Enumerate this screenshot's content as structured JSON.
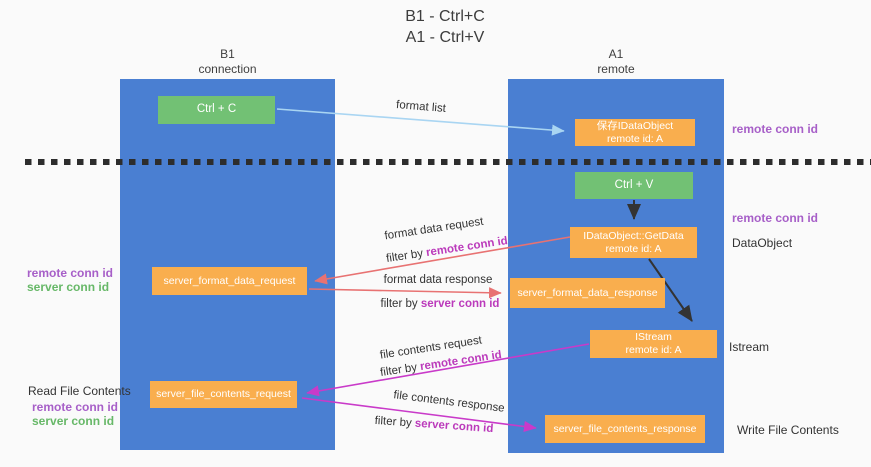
{
  "title": {
    "line1": "B1 - Ctrl+C",
    "line2": "A1 - Ctrl+V"
  },
  "lanes": {
    "b1": {
      "name": "B1",
      "type": "connection"
    },
    "a1": {
      "name": "A1",
      "type": "remote"
    }
  },
  "nodes": {
    "ctrl_c": {
      "label": "Ctrl + C"
    },
    "ctrl_v": {
      "label": "Ctrl + V"
    },
    "save_dataobject": {
      "line1": "保存IDataObject",
      "line2": "remote id: A"
    },
    "getdata": {
      "line1": "IDataObject::GetData",
      "line2": "remote id: A"
    },
    "istream": {
      "line1": "IStream",
      "line2": "remote id: A"
    },
    "server_format_data_request": {
      "label": "server_format_data_request"
    },
    "server_format_data_response": {
      "label": "server_format_data_response"
    },
    "server_file_contents_request": {
      "label": "server_file_contents_request"
    },
    "server_file_contents_response": {
      "label": "server_file_contents_response"
    }
  },
  "flows": {
    "format_list": {
      "label": "format list"
    },
    "format_data_request": {
      "label": "format data request",
      "filter_prefix": "filter by",
      "filter_key": "remote conn id"
    },
    "format_data_response": {
      "label": "format data response",
      "filter_prefix": "filter by",
      "filter_key": "server conn id"
    },
    "file_contents_request": {
      "label": "file contents request",
      "filter_prefix": "filter by",
      "filter_key": "remote conn id"
    },
    "file_contents_response": {
      "label": "file contents response",
      "filter_prefix": "filter by",
      "filter_key": "server conn id"
    }
  },
  "annotations": {
    "remote_conn_id_top": "remote conn id",
    "remote_conn_id_mid": "remote conn id",
    "dataobject": "DataObject",
    "istream": "Istream",
    "format_ids": {
      "remote": "remote conn id",
      "server": "server conn id"
    },
    "read_file_contents": "Read File Contents",
    "file_ids": {
      "remote": "remote conn id",
      "server": "server conn id"
    },
    "write_file_contents": "Write File Contents"
  },
  "colors": {
    "lane_blue": "#4a7fd2",
    "node_green": "#72c174",
    "node_orange": "#f9ae4e",
    "arrow_red": "#e87272",
    "arrow_magenta": "#c93ac9",
    "arrow_light_blue": "#a9d5f2",
    "arrow_black": "#333333",
    "text_purple": "#a75fc8",
    "text_green": "#67b868",
    "text_magenta": "#bb3abb",
    "dash_line": "#2d2d2d"
  }
}
